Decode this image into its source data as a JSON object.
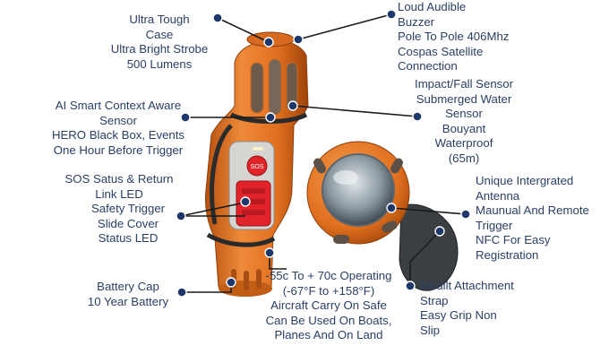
{
  "labels": {
    "case_strobe": "Ultra Tough\nCase\nUltra Bright Strobe\n500 Lumens",
    "buzzer": "Loud Audible\nBuzzer\nPole To Pole 406Mhz\nCospas Satellite\nConnection",
    "ai_sensor": "AI Smart Context Aware\nSensor\nHERO Black Box, Events\nOne Hour Before Trigger",
    "impact": "Impact/Fall Sensor\nSubmerged Water\nSensor\nBouyant\nWaterproof\n(65m)",
    "sos": "SOS Satus & Return\nLink LED",
    "safety": "Safety Trigger\nSlide Cover\nStatus LED",
    "antenna": "Unique Intergrated\nAntenna\nMaunual And Remote\nTrigger\nNFC For Easy\nRegistration",
    "battery": "Battery Cap\n10 Year Battery",
    "temperature": "-55c To + 70c Operating\n(-67°F to +158°F)\nAircraft Carry On Safe\nCan Be Used On Boats,\nPlanes And On Land",
    "strap": "Inbuilt Attachment\nStrap\nEasy Grip Non\nSlip"
  },
  "device": {
    "sos_button_text": "SOS"
  },
  "colors": {
    "label_text": "#2a3f66",
    "callout_line": "#1b1b1b",
    "callout_dot": "#1e3768",
    "device_orange": "#e0701f",
    "device_red": "#e1232a"
  }
}
